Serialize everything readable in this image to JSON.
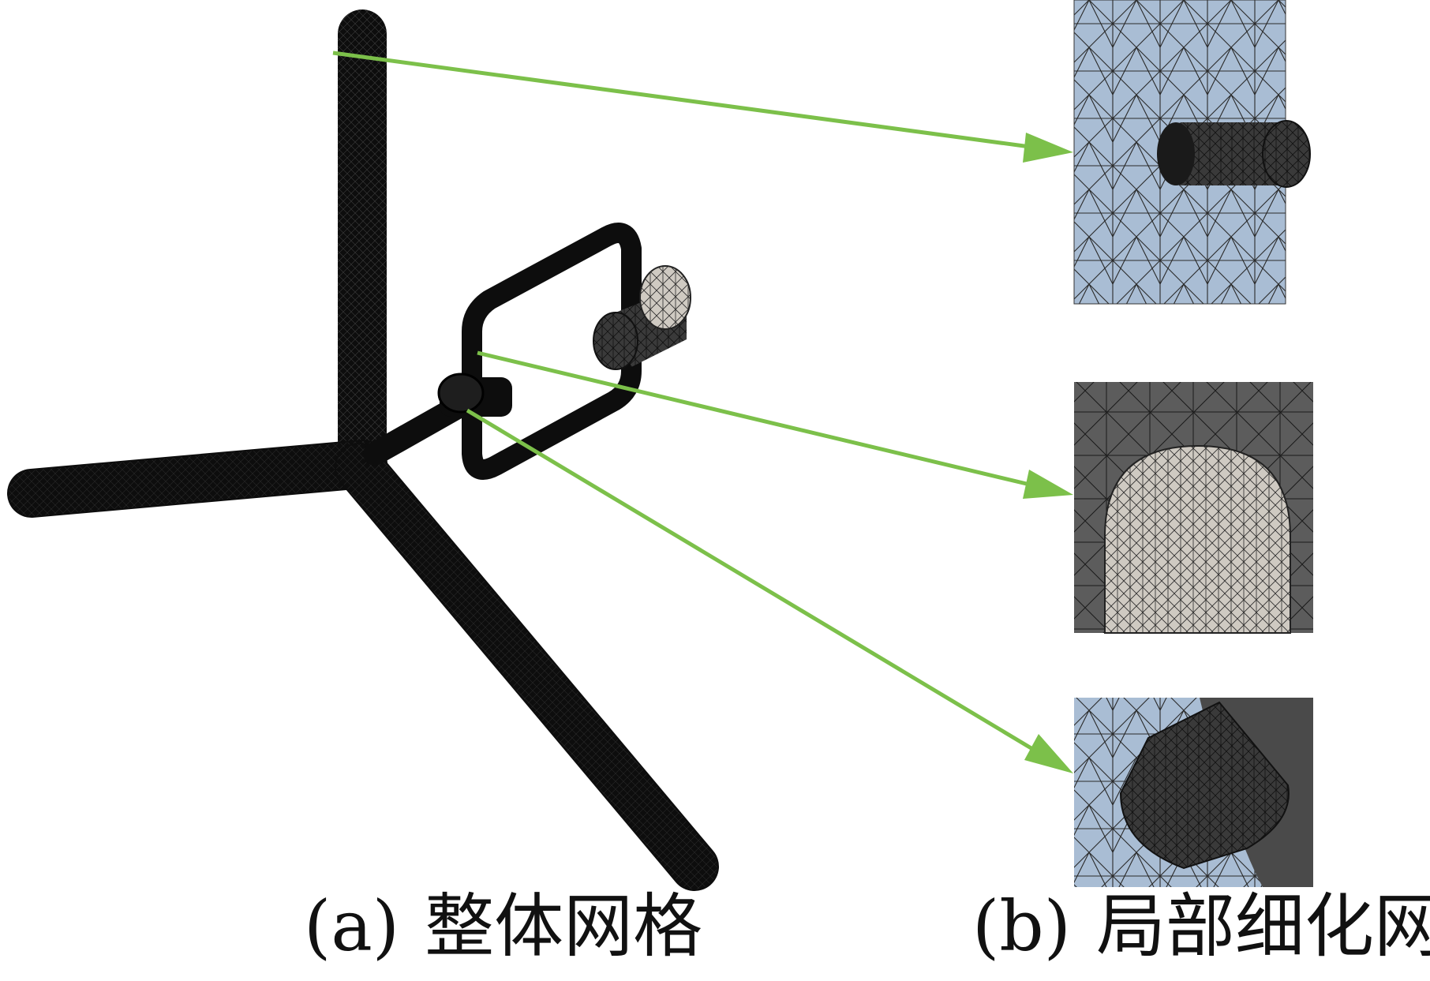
{
  "captions": {
    "overall": {
      "marker": "(a)",
      "text": "整体网格"
    },
    "local": {
      "marker": "(b)",
      "text": "局部细化网格"
    }
  },
  "colors": {
    "mesh_dark": "#0d0d0d",
    "mesh_light_blue": "#a9bdd4",
    "mesh_gray": "#5a5a5a",
    "rod_light": "#cfcac2",
    "callout_arrow": "#7cc04a",
    "text": "#111111"
  }
}
